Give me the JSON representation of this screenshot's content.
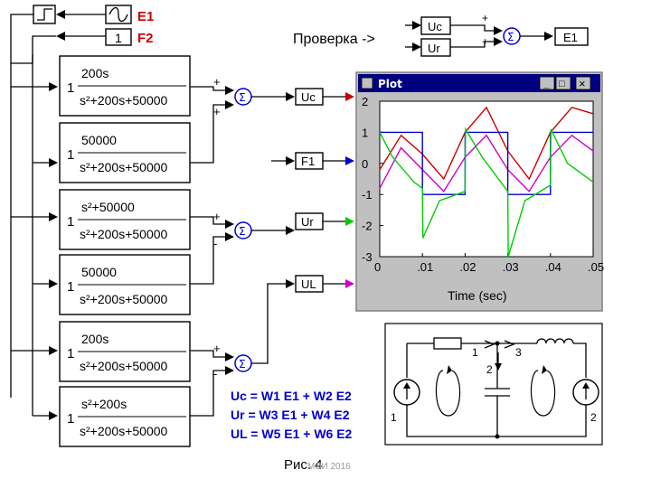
{
  "sources": {
    "e1_label": "E1",
    "f2_label": "F2",
    "const_value": "1"
  },
  "check": {
    "label": "Проверка ->",
    "uc": "Uc",
    "ur": "Ur",
    "e1": "E1",
    "plus": "+"
  },
  "transfer_functions": [
    {
      "gain": "1",
      "num": "200s",
      "den": "s²+200s+50000"
    },
    {
      "gain": "1",
      "num": "50000",
      "den": "s²+200s+50000"
    },
    {
      "gain": "1",
      "num": "s²+50000",
      "den": "s²+200s+50000"
    },
    {
      "gain": "1",
      "num": "50000",
      "den": "s²+200s+50000"
    },
    {
      "gain": "1",
      "num": "200s",
      "den": "s²+200s+50000"
    },
    {
      "gain": "1",
      "num": "s²+200s",
      "den": "s²+200s+50000"
    }
  ],
  "sum_signs": [
    "+",
    "+",
    "+",
    "-",
    "+",
    "-"
  ],
  "outputs": [
    "Uc",
    "F1",
    "Ur",
    "UL"
  ],
  "plot_window": {
    "title": "Plot",
    "minimize": "_",
    "maximize": "□",
    "close": "×"
  },
  "chart_data": {
    "type": "line",
    "xlabel": "Time (sec)",
    "ylabel": "",
    "xlim": [
      0,
      0.05
    ],
    "ylim": [
      -3,
      2
    ],
    "xticks": [
      "0",
      ".01",
      ".02",
      ".03",
      ".04",
      ".05"
    ],
    "yticks": [
      "2",
      "1",
      "0",
      "-1",
      "-2",
      "-3"
    ],
    "series": [
      {
        "color": "#cc0000",
        "x": [
          0,
          0.005,
          0.01,
          0.015,
          0.02,
          0.025,
          0.03,
          0.035,
          0.04,
          0.045,
          0.05
        ],
        "y": [
          -0.2,
          0.9,
          0.3,
          -0.5,
          1.0,
          1.8,
          0.4,
          -0.5,
          1.0,
          1.8,
          1.6
        ]
      },
      {
        "color": "#cc00cc",
        "x": [
          0,
          0.005,
          0.01,
          0.015,
          0.02,
          0.025,
          0.03,
          0.035,
          0.04,
          0.045,
          0.05
        ],
        "y": [
          -0.8,
          0.5,
          -0.2,
          -0.9,
          0.2,
          0.9,
          -0.2,
          -0.9,
          0.2,
          0.9,
          0.4
        ]
      },
      {
        "color": "#0000cc",
        "x": [
          0,
          0.01,
          0.01,
          0.02,
          0.02,
          0.03,
          0.03,
          0.04,
          0.04,
          0.05
        ],
        "y": [
          1,
          1,
          -1,
          -1,
          1,
          1,
          -1,
          -1,
          1,
          1
        ]
      },
      {
        "color": "#00cc00",
        "x": [
          0,
          0.003,
          0.008,
          0.01,
          0.0101,
          0.014,
          0.02,
          0.0201,
          0.024,
          0.03,
          0.0301,
          0.034,
          0.04,
          0.0401,
          0.044,
          0.05
        ],
        "y": [
          1.0,
          0.2,
          -0.6,
          -0.8,
          -2.4,
          -1.2,
          -0.9,
          1.1,
          0.2,
          -0.9,
          -3.0,
          -1.2,
          -0.7,
          1.1,
          0.0,
          -0.6
        ]
      }
    ]
  },
  "equations": [
    "Uc = W1 E1 + W2 E2",
    "Ur = W3 E1 + W4 E2",
    "UL = W5 E1 + W6 E2"
  ],
  "circuit": {
    "node1": "1",
    "node2": "2",
    "node3": "3",
    "src_left": "1",
    "src_right": "2"
  },
  "footer": "Рис. 4",
  "watermark": "МЭИ 2016"
}
